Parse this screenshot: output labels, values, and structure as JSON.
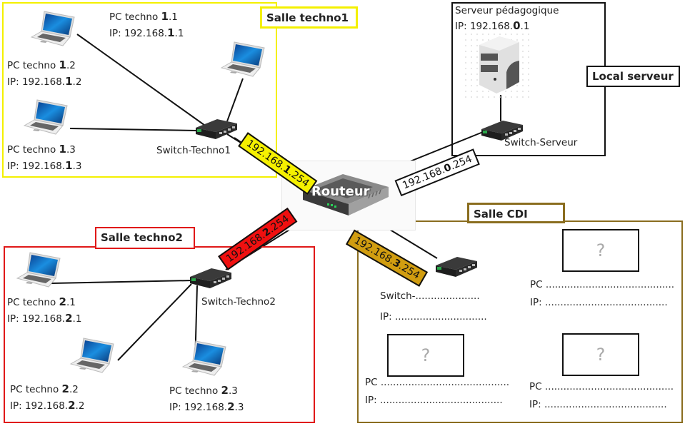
{
  "diagram": {
    "router": {
      "label": "Routeur"
    },
    "zones": {
      "techno1": {
        "title": "Salle techno1",
        "color": "#f4f000"
      },
      "server": {
        "title": "Local serveur",
        "color": "#111111"
      },
      "techno2": {
        "title": "Salle techno2",
        "color": "#e01818"
      },
      "cdi": {
        "title": "Salle CDI",
        "color": "#8a6d1f"
      }
    },
    "links": {
      "techno1": {
        "prefix": "192.168.",
        "net": "1",
        "suffix": ".254",
        "color": "#f5f000"
      },
      "server": {
        "prefix": "192.168.",
        "net": "0",
        "suffix": ".254",
        "color": "#ffffff"
      },
      "techno2": {
        "prefix": "192.168.",
        "net": "2",
        "suffix": ".254",
        "color": "#f01010"
      },
      "cdi": {
        "prefix": "192.168.",
        "net": "3",
        "suffix": ".254",
        "color": "#d19d10"
      }
    },
    "switches": {
      "techno1": "Switch-Techno1",
      "server": "Switch-Serveur",
      "techno2": "Switch-Techno2",
      "cdi": "Switch-....................."
    },
    "server": {
      "name": "Serveur pédagogique",
      "ip_prefix": "IP: 192.168.",
      "ip_net": "0",
      "ip_suffix": ".1"
    },
    "pcs_techno1": [
      {
        "name_prefix": "PC techno ",
        "net": "1",
        "host": ".1",
        "ip_prefix": "IP: 192.168.",
        "ip_host": ".1"
      },
      {
        "name_prefix": "PC techno ",
        "net": "1",
        "host": ".2",
        "ip_prefix": "IP: 192.168.",
        "ip_host": ".2"
      },
      {
        "name_prefix": "PC techno ",
        "net": "1",
        "host": ".3",
        "ip_prefix": "IP: 192.168.",
        "ip_host": ".3"
      }
    ],
    "pcs_techno2": [
      {
        "name_prefix": "PC techno ",
        "net": "2",
        "host": ".1",
        "ip_prefix": "IP: 192.168.",
        "ip_host": ".1"
      },
      {
        "name_prefix": "PC techno ",
        "net": "2",
        "host": ".2",
        "ip_prefix": "IP: 192.168.",
        "ip_host": ".2"
      },
      {
        "name_prefix": "PC techno ",
        "net": "2",
        "host": ".3",
        "ip_prefix": "IP: 192.168.",
        "ip_host": ".3"
      }
    ],
    "cdi": {
      "switch_ip": "IP: ..............................",
      "placeholder": "?",
      "pcs": [
        {
          "pc": "PC ..........................................",
          "ip": "IP: ........................................"
        },
        {
          "pc": "PC ..........................................",
          "ip": "IP: ........................................"
        },
        {
          "pc": "PC ..........................................",
          "ip": "IP: ........................................"
        }
      ]
    }
  }
}
